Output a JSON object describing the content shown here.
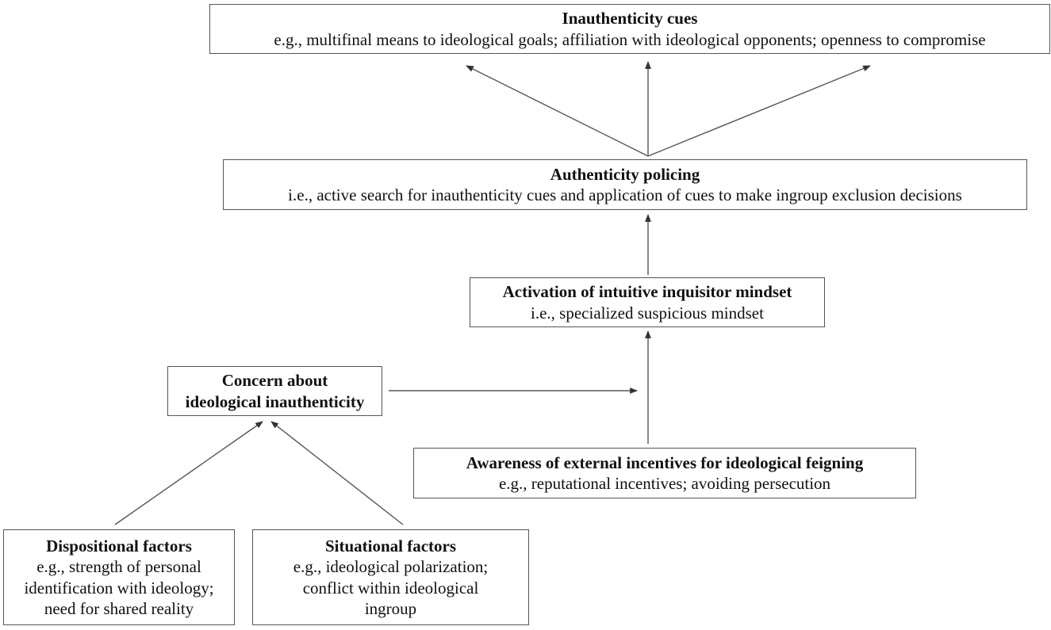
{
  "nodes": {
    "cues": {
      "title": "Inauthenticity cues",
      "body": "e.g., multifinal means to ideological goals; affiliation with ideological opponents; openness to compromise"
    },
    "policing": {
      "title": "Authenticity policing",
      "body": "i.e., active search for inauthenticity cues and application of cues to make ingroup exclusion decisions"
    },
    "mindset": {
      "title": "Activation of intuitive inquisitor mindset",
      "body": "i.e., specialized suspicious mindset"
    },
    "concern": {
      "title_line1": "Concern about",
      "title_line2": "ideological inauthenticity"
    },
    "awareness": {
      "title": "Awareness of external incentives for ideological feigning",
      "body": "e.g., reputational incentives; avoiding persecution"
    },
    "dispositional": {
      "title": "Dispositional factors",
      "line1": "e.g., strength of personal",
      "line2": "identification with ideology;",
      "line3": "need for shared reality"
    },
    "situational": {
      "title": "Situational factors",
      "line1": "e.g., ideological polarization;",
      "line2": "conflict within ideological",
      "line3": "ingroup"
    }
  }
}
